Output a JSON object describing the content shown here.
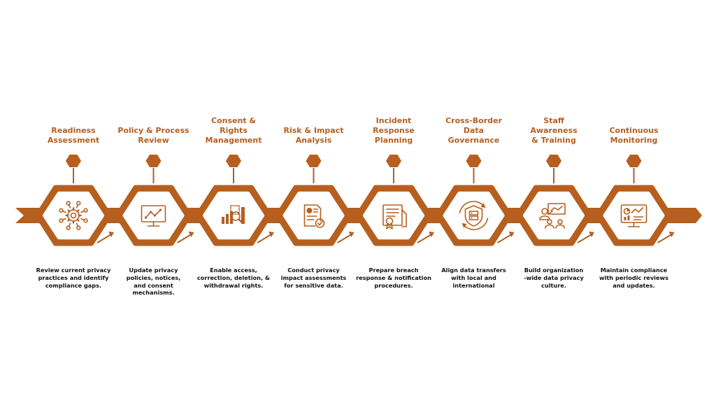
{
  "colors": {
    "accent": "#B65F1F",
    "hex_fill": "#FFFFFF",
    "icon": "#B65F1F",
    "text": "#111111"
  },
  "steps": [
    {
      "title": "Readiness\nAssessment",
      "icon": "gear-network-icon",
      "description": "Review current privacy\npractices and identify\ncompliance gaps."
    },
    {
      "title": "Policy & Process\nReview",
      "icon": "monitor-chart-icon",
      "description": "Update privacy\npolicies, notices,\nand consent\nmechanisms."
    },
    {
      "title": "Consent &\nRights\nManagement",
      "icon": "bar-chart-search-icon",
      "description": "Enable access,\ncorrection, deletion, &\nwithdrawal rights."
    },
    {
      "title": "Risk & Impact\nAnalysis",
      "icon": "document-check-icon",
      "description": "Conduct privacy\nimpact assessments\nfor sensitive data."
    },
    {
      "title": "Incident\nResponse\nPlanning",
      "icon": "certificate-icon",
      "description": "Prepare breach\nresponse & notification\nprocedures."
    },
    {
      "title": "Cross-Border\nData\nGovernance",
      "icon": "shield-server-icon",
      "description": "Align data transfers\nwith local and\ninternational"
    },
    {
      "title": "Staff\nAwareness\n& Training",
      "icon": "presentation-team-icon",
      "description": "Build organization\n-wide data privacy\nculture."
    },
    {
      "title": "Continuous\nMonitoring",
      "icon": "monitor-dashboard-icon",
      "description": "Maintain compliance\nwith periodic reviews\nand updates."
    }
  ]
}
